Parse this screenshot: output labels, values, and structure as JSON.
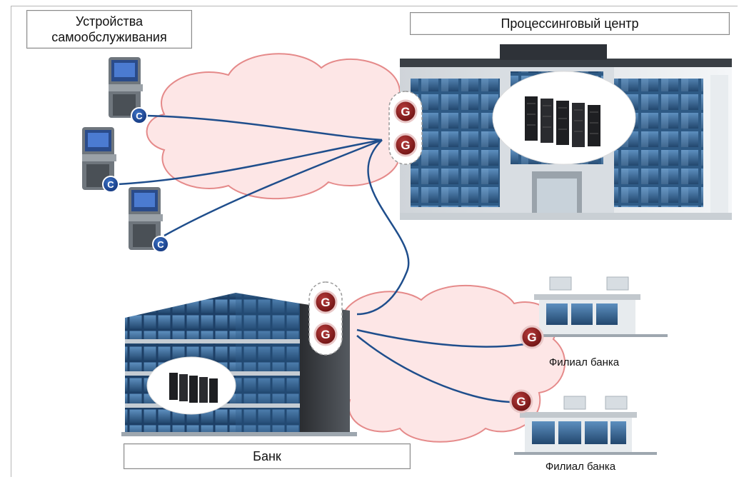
{
  "labels": {
    "self_service": "Устройства\nсамообслуживания",
    "processing_center": "Процессинговый центр",
    "bank": "Банк",
    "branch1": "Филиал банка",
    "branch2": "Филиал банка"
  },
  "badges": {
    "client": "C",
    "gateway": "G"
  },
  "colors": {
    "cloud_fill": "#fde6e6",
    "cloud_stroke": "#e58a8a",
    "link": "#1f4e8c",
    "gateway": "#8b1a1a",
    "client_badge": "#1e4fa0",
    "glass": "#3e6f9a"
  },
  "icons": [
    "atm-icon",
    "server-rack-icon",
    "office-building-icon",
    "branch-building-icon",
    "client-badge-icon",
    "gateway-badge-icon"
  ]
}
